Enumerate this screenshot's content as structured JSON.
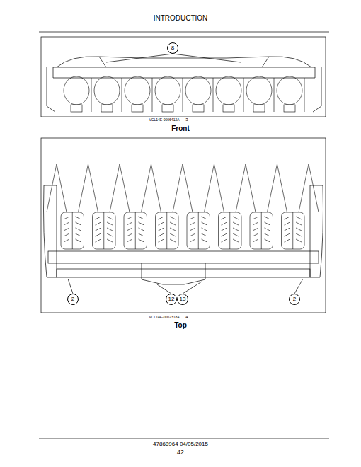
{
  "diagram": {
    "nodes": [
      {
        "text": [
          "8"
        ]
      },
      {
        "text": [
          "2"
        ]
      },
      {
        "text": [
          "12"
        ]
      },
      {
        "text": [
          "13"
        ]
      },
      {
        "text": [
          "2"
        ]
      }
    ],
    "labels": [
      "INTRODUCTION",
      "VCL14E-0006412A",
      "3",
      "Front",
      "VCL14E-0002318A",
      "4",
      "Top",
      "47868964 04/05/2015",
      "42"
    ]
  }
}
